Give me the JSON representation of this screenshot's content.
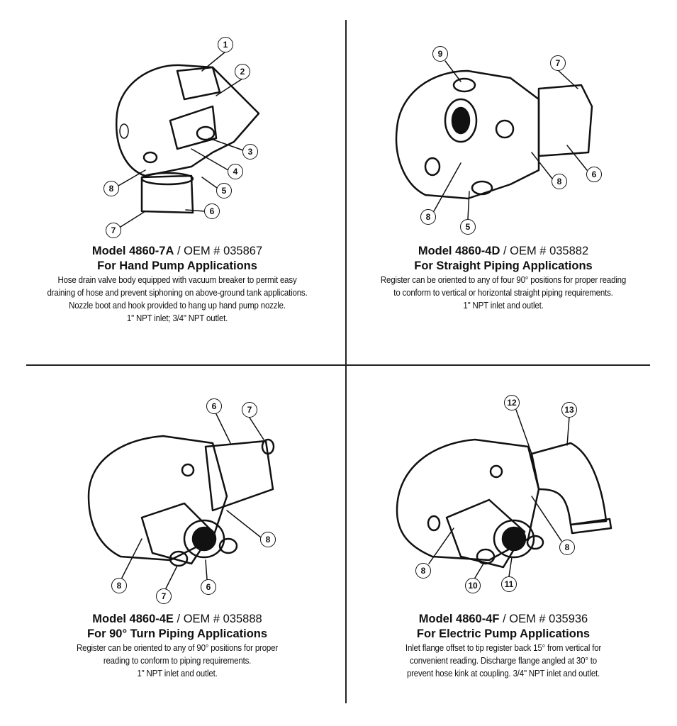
{
  "models": [
    {
      "model": "Model 4860-7A",
      "oem": " / OEM # 035867",
      "application": "For Hand Pump Applications",
      "description": [
        "Hose drain valve body equipped with vacuum breaker to permit easy",
        "draining of hose and prevent siphoning on above-ground tank applications.",
        "Nozzle boot and hook provided to hang up hand pump nozzle.",
        "1\" NPT inlet; 3/4\" NPT outlet."
      ],
      "callouts": [
        "1",
        "2",
        "3",
        "4",
        "5",
        "6",
        "7",
        "8"
      ]
    },
    {
      "model": "Model 4860-4D",
      "oem": " / OEM # 035882",
      "application": "For Straight Piping Applications",
      "description": [
        "Register can be oriented to any of four 90° positions for proper reading",
        "to conform to vertical or horizontal straight piping requirements.",
        "1\" NPT inlet and outlet."
      ],
      "callouts": [
        "9",
        "7",
        "6",
        "8",
        "8",
        "5"
      ]
    },
    {
      "model": "Model 4860-4E",
      "oem": " / OEM # 035888",
      "application": "For 90° Turn Piping Applications",
      "description": [
        "Register can be oriented to any of 90° positions for proper",
        "reading to conform to piping requirements.",
        "1\" NPT inlet and outlet."
      ],
      "callouts": [
        "6",
        "7",
        "8",
        "8",
        "7",
        "6"
      ]
    },
    {
      "model": "Model 4860-4F",
      "oem": " / OEM # 035936",
      "application": "For Electric Pump Applications",
      "description": [
        "Inlet flange offset to tip register back 15° from vertical for",
        "convenient reading. Discharge flange angled at 30° to",
        "prevent hose kink at coupling. 3/4\" NPT inlet and outlet."
      ],
      "callouts": [
        "12",
        "13",
        "8",
        "8",
        "10",
        "11"
      ]
    }
  ]
}
